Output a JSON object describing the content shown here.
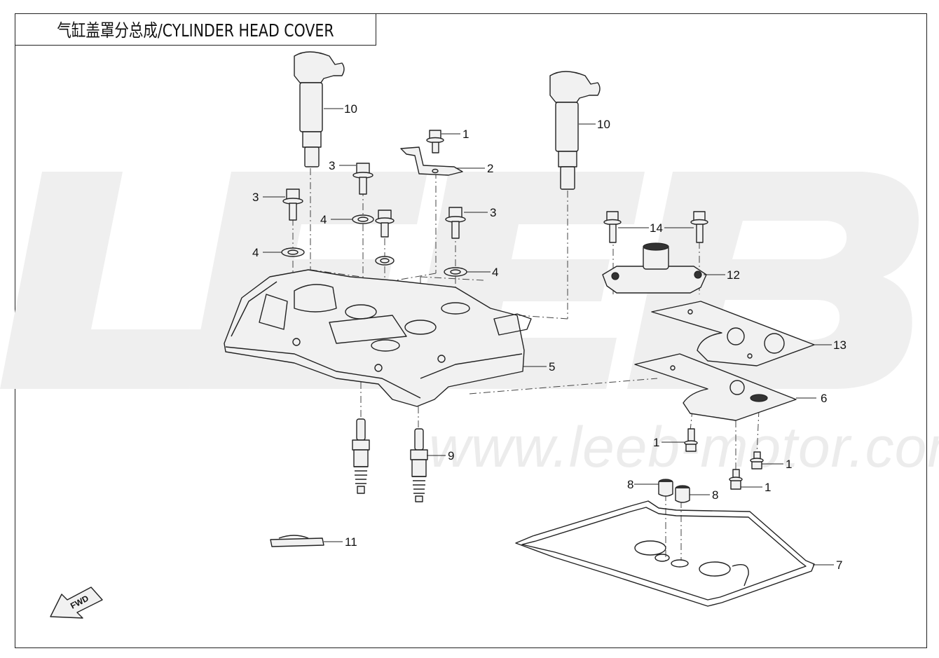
{
  "title": "气缸盖罩分总成/CYLINDER HEAD COVER",
  "watermark": {
    "logo": "LEEB",
    "url": "www.leeb-motor.com",
    "color": "#ececec"
  },
  "callouts": {
    "c1a": "1",
    "c1b": "1",
    "c1c": "1",
    "c1d": "1",
    "c2": "2",
    "c3a": "3",
    "c3b": "3",
    "c3c": "3",
    "c4a": "4",
    "c4b": "4",
    "c4c": "4",
    "c5": "5",
    "c6": "6",
    "c7": "7",
    "c8a": "8",
    "c8b": "8",
    "c9": "9",
    "c10a": "10",
    "c10b": "10",
    "c11": "11",
    "c12": "12",
    "c13": "13",
    "c14": "14"
  },
  "fwd_label": "FWD"
}
